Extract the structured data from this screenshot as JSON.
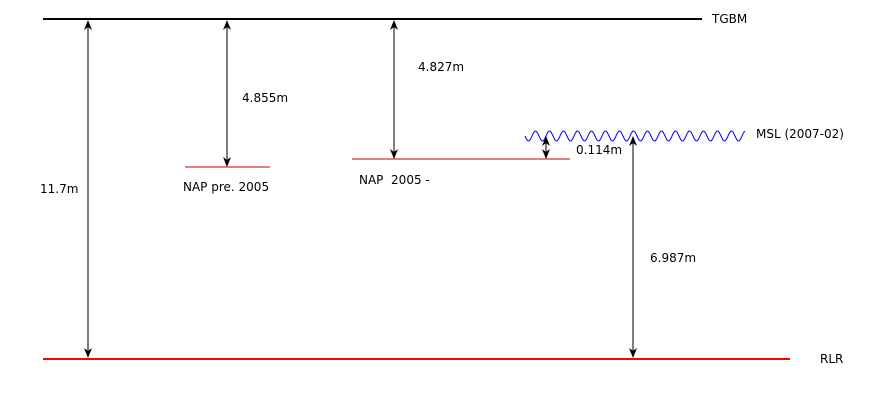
{
  "levels": {
    "tgbm": {
      "label": "TGBM",
      "color": "#000000"
    },
    "rlr": {
      "label": "RLR",
      "color": "#ff0000"
    },
    "nap_pre_2005": {
      "label": "NAP pre. 2005",
      "color": "#cc0000"
    },
    "nap_2005": {
      "label": "NAP  2005 -",
      "color": "#cc0000"
    },
    "msl": {
      "label": "MSL (2007-02)",
      "color": "#0000ff"
    }
  },
  "measurements": {
    "rlr_to_tgbm": "11.7m",
    "tgbm_to_nap_pre_2005": "4.855m",
    "tgbm_to_nap_2005": "4.827m",
    "nap_2005_to_msl": "0.114m",
    "rlr_to_msl": "6.987m"
  },
  "colors": {
    "dimension_arrow": "#000000",
    "background": "#ffffff"
  }
}
